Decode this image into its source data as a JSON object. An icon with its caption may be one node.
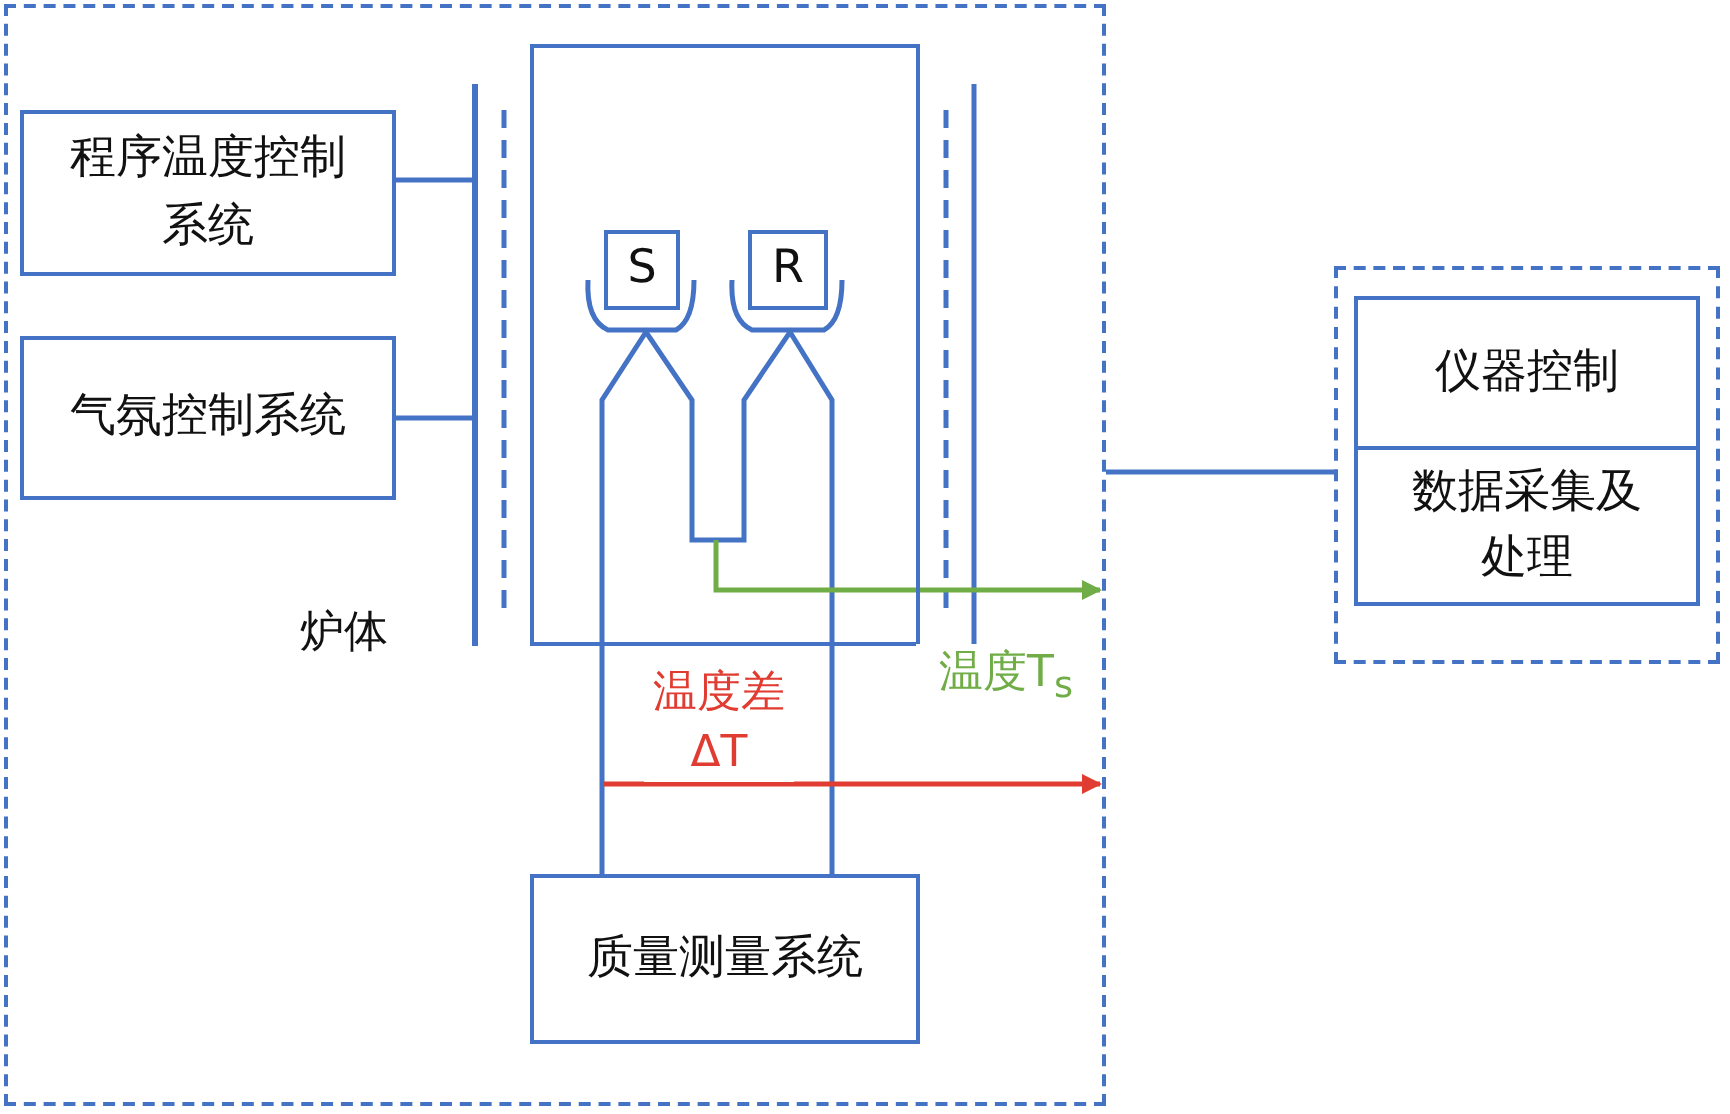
{
  "diagram": {
    "nodes": [
      {
        "text": [],
        "shape": "box"
      },
      {
        "text": [
          "程序温度控制系统"
        ],
        "in": 0
      },
      {
        "text": [
          "气氛控制系统"
        ],
        "in": 0
      },
      {
        "text": [],
        "shape": "bar",
        "in": 0
      },
      {
        "text": [],
        "shape": "box",
        "in": 0
      },
      {
        "text": [
          "S"
        ],
        "in": 4
      },
      {
        "text": [
          "R"
        ],
        "in": 4
      },
      {
        "text": [
          "质量测量系统"
        ],
        "in": 0
      },
      {
        "text": [],
        "shape": "box"
      },
      {
        "text": [
          "仪器控制"
        ],
        "in": 8
      },
      {
        "text": [
          "数据采集及处理"
        ],
        "in": 8
      }
    ],
    "edges": [
      {
        "from": 1,
        "to": 3,
        "arrow": "none"
      },
      {
        "from": 2,
        "to": 3,
        "arrow": "none"
      },
      {
        "from": null,
        "to": 0,
        "arrow": "to",
        "label": "温度T$_{s}$",
        "color": "#70ad47"
      },
      {
        "from": null,
        "to": 0,
        "arrow": "to",
        "label": "温度差 ΔT",
        "color": "#e03c31"
      },
      {
        "from": 0,
        "to": 8,
        "arrow": "none"
      }
    ],
    "labels": [
      "炉体"
    ]
  }
}
